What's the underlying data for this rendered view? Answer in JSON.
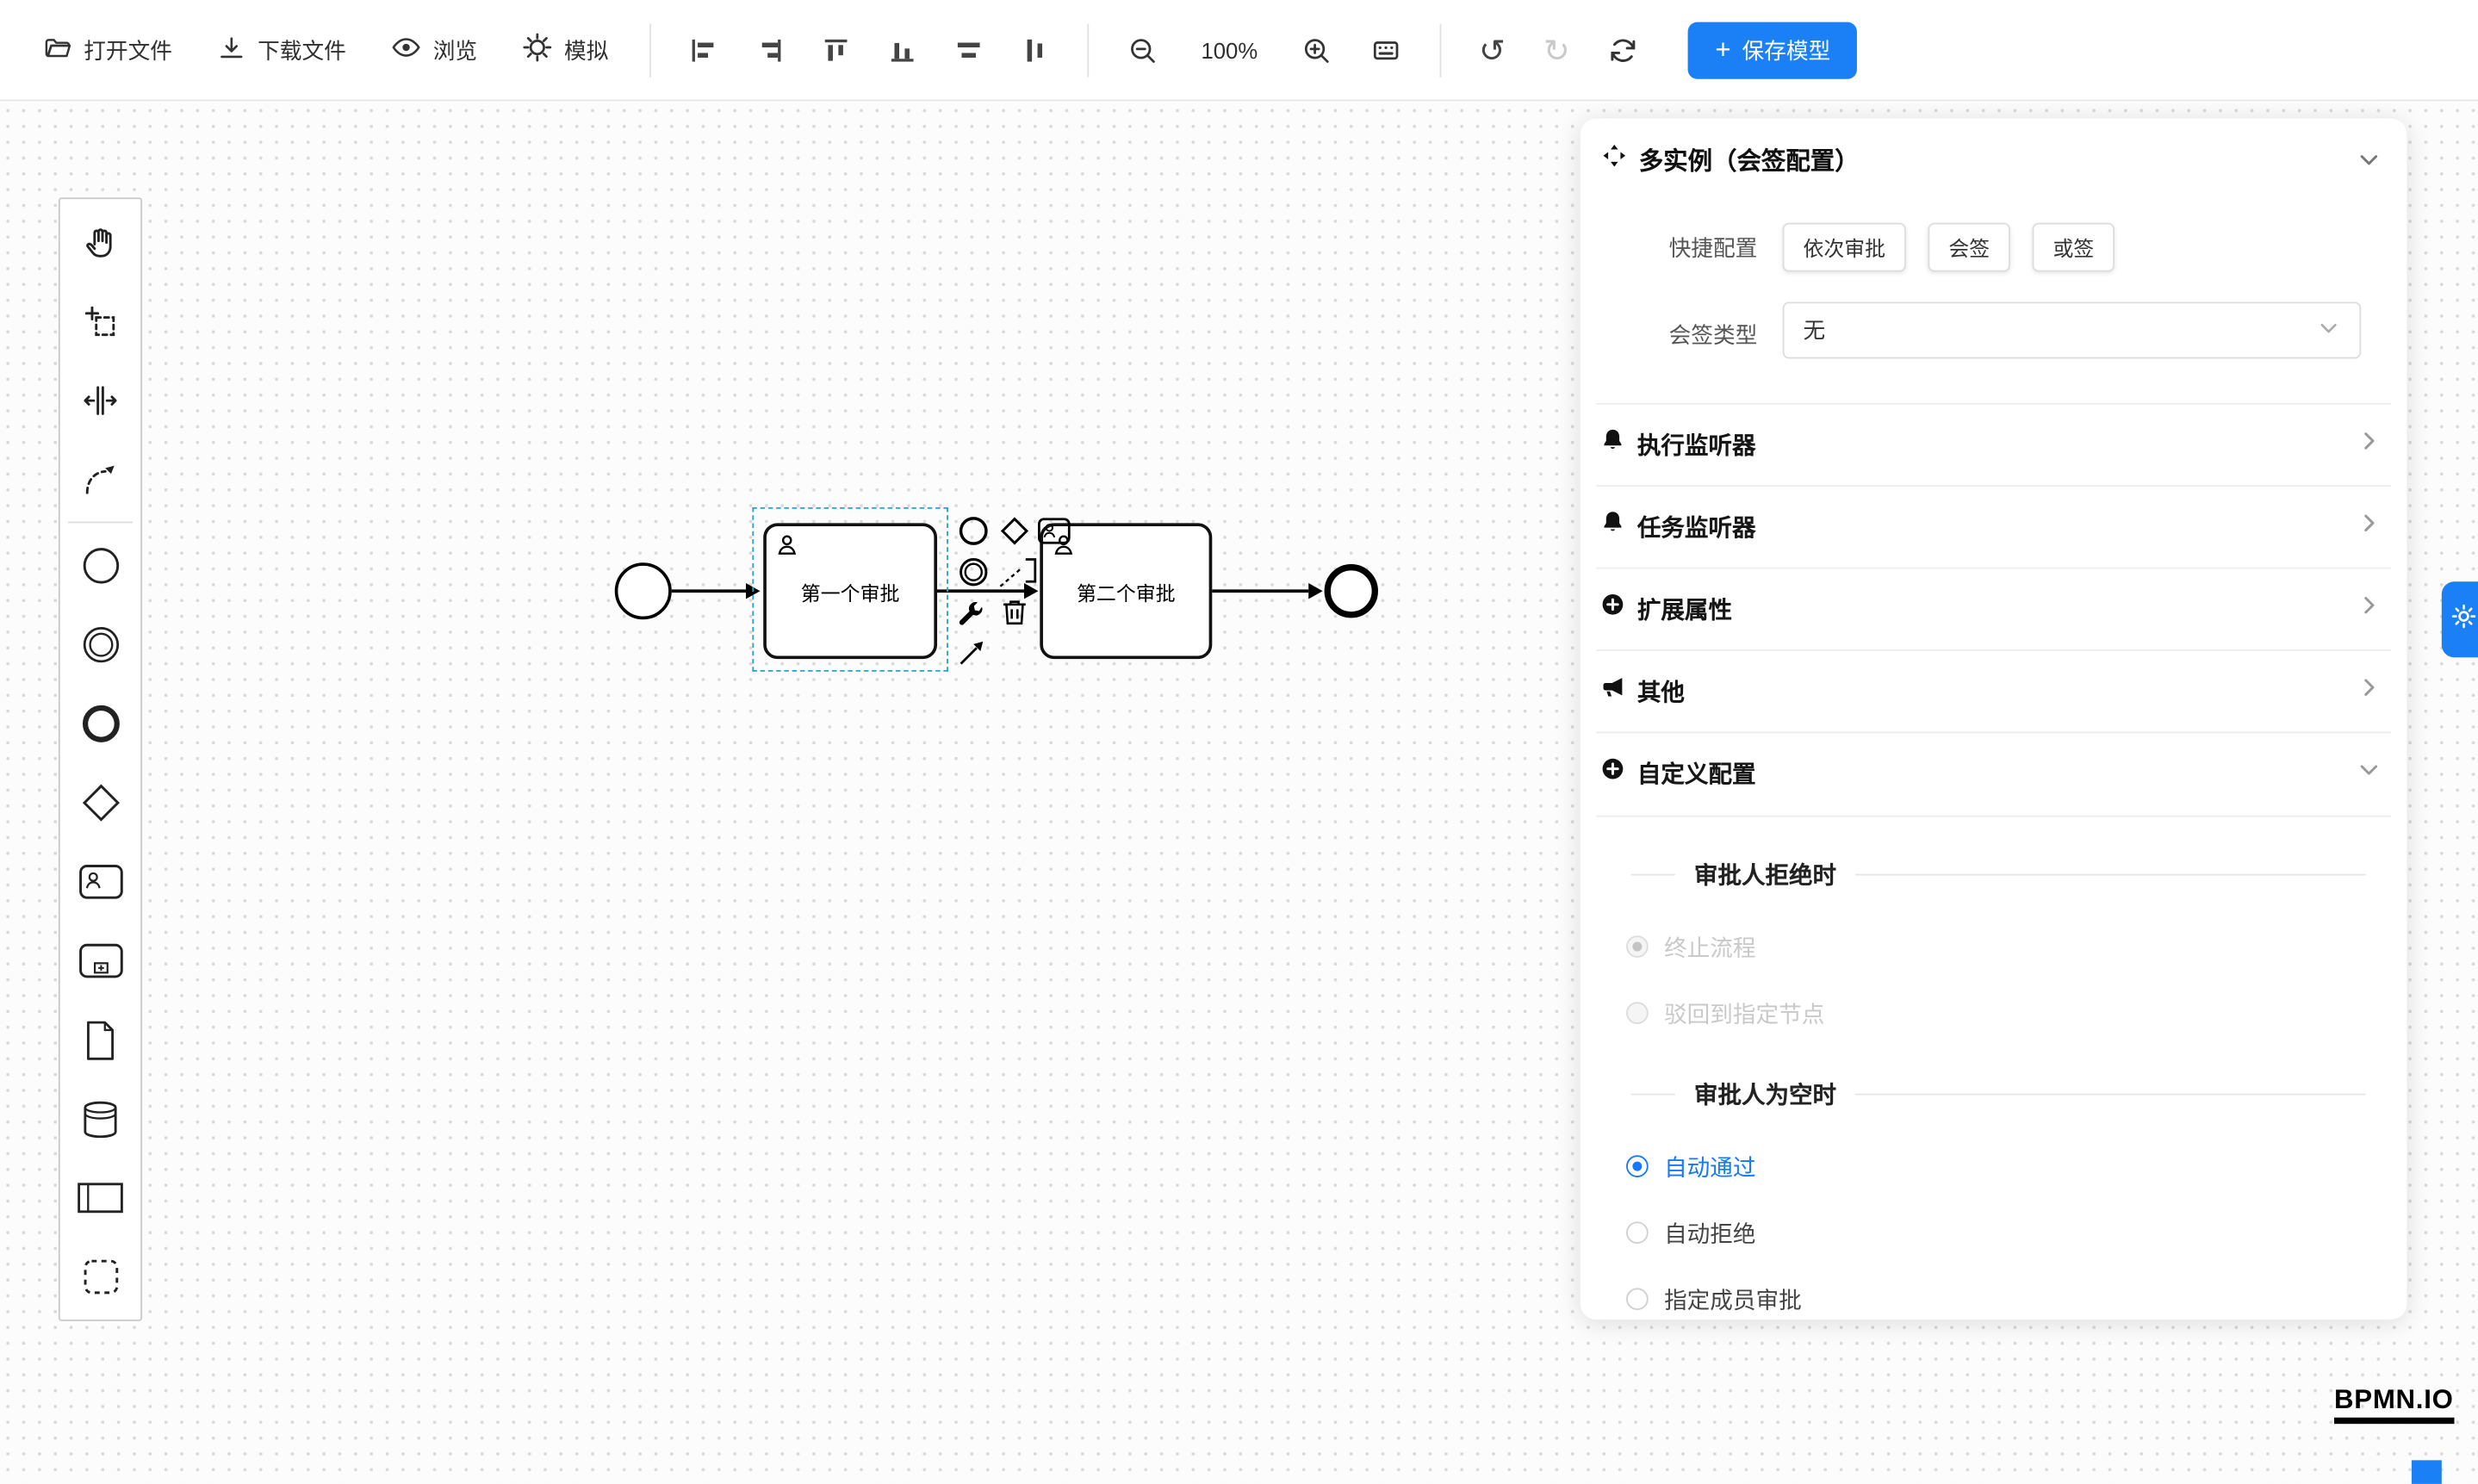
{
  "colors": {
    "accent": "#1b80f5",
    "selection": "#2ba3c9",
    "link_blue": "#1677ff"
  },
  "icons": {
    "plus": "+",
    "undo": "↺",
    "redo": "↻"
  },
  "toolbar": {
    "open": "打开文件",
    "download": "下载文件",
    "preview": "浏览",
    "simulate": "模拟",
    "zoom_level": "100%",
    "save": "保存模型"
  },
  "canvas": {
    "task1": "第一个审批",
    "task2": "第二个审批"
  },
  "panel": {
    "title": "多实例（会签配置）",
    "quick_label": "快捷配置",
    "quick_options": [
      "依次审批",
      "会签",
      "或签"
    ],
    "type_label": "会签类型",
    "type_value": "无",
    "sections": [
      {
        "label": "执行监听器"
      },
      {
        "label": "任务监听器"
      },
      {
        "label": "扩展属性"
      },
      {
        "label": "其他"
      },
      {
        "label": "自定义配置"
      }
    ],
    "reject_title": "审批人拒绝时",
    "reject_options": [
      {
        "label": "终止流程"
      },
      {
        "label": "驳回到指定节点"
      }
    ],
    "empty_title": "审批人为空时",
    "empty_options": [
      {
        "label": "自动通过"
      },
      {
        "label": "自动拒绝"
      },
      {
        "label": "指定成员审批"
      }
    ]
  },
  "logo": "BPMN.IO"
}
